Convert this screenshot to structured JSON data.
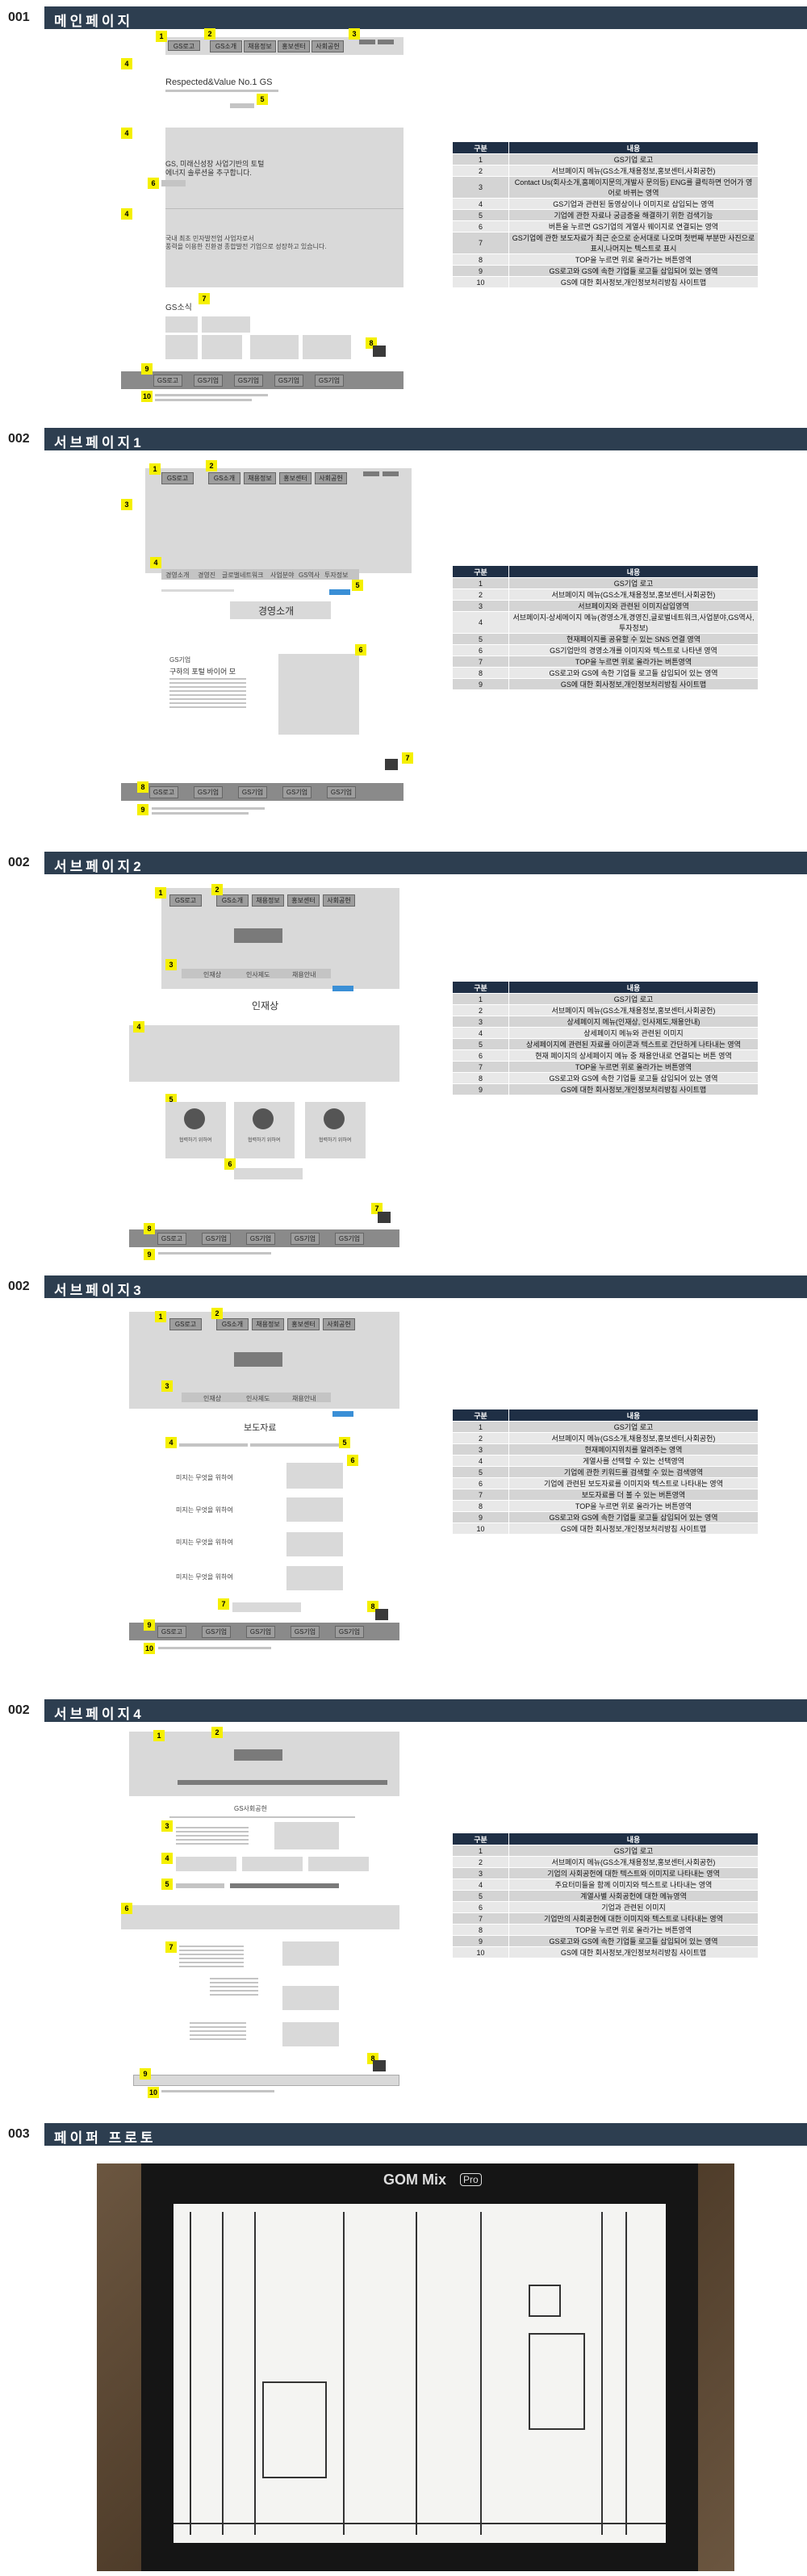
{
  "sections": [
    {
      "num": "001",
      "title": "메인페이지"
    },
    {
      "num": "002",
      "title": "서브페이지1"
    },
    {
      "num": "002",
      "title": "서브페이지2"
    },
    {
      "num": "002",
      "title": "서브페이지3"
    },
    {
      "num": "002",
      "title": "서브페이지4"
    },
    {
      "num": "003",
      "title": "페이퍼 프로토"
    }
  ],
  "table_header": {
    "col1": "구분",
    "col2": "내용"
  },
  "tables": [
    {
      "rows": [
        [
          "1",
          "GS기업 로고"
        ],
        [
          "2",
          "서브페이지 메뉴(GS소개,채용정보,홍보센터,사회공헌)"
        ],
        [
          "3",
          "Contact Us(회사소개,홈페이지문의,개발사 문의등) ENG를 클릭하면 언어가 영어로 바뀌는 영역"
        ],
        [
          "4",
          "GS기업과 관련된 동영상이나 이미지로 삽입되는 영역"
        ],
        [
          "5",
          "기업에 관한 자료나 궁금증을 해결하기 위한 검색기능"
        ],
        [
          "6",
          "버튼을 누르면 GS기업의 게열사 웨이지로 연결되는 영역"
        ],
        [
          "7",
          "GS기업에 관한 보도자료가 최근 순으로 순서대로 나오며 첫번째 부분만 사진으로 표시,나머지는 텍스트로 표시"
        ],
        [
          "8",
          "TOP을 누르면 위로 올라가는 버튼영역"
        ],
        [
          "9",
          "GS로고와 GS에 속한 기업들 로고들 삽입되어 있는 영역"
        ],
        [
          "10",
          "GS에 대한 회사정보,개인정보처리방침 사이트맵"
        ]
      ]
    },
    {
      "rows": [
        [
          "1",
          "GS기업 로고"
        ],
        [
          "2",
          "서브페이지 메뉴(GS소개,채용정보,홍보센터,사회공헌)"
        ],
        [
          "3",
          "서브페이지와 관련된 이미지삽입영역"
        ],
        [
          "4",
          "서브페이지-상세메이지 메뉴(경영소개,경영진,글로벌네트워크,사업분야,GS역사,투자정보)"
        ],
        [
          "5",
          "현재페이지를 공유할 수 있는 SNS 연결 영역"
        ],
        [
          "6",
          "GS기업만의 경영소개를 이미지와 텍스트로 나타낸 영역"
        ],
        [
          "7",
          "TOP을 누르면 위로 올라가는 버튼영역"
        ],
        [
          "8",
          "GS로고와 GS에 속한 기업들 로고들 삽입되어 있는 영역"
        ],
        [
          "9",
          "GS에 대한 회사정보,개인정보처리방침 사이트맵"
        ]
      ]
    },
    {
      "rows": [
        [
          "1",
          "GS기업 로고"
        ],
        [
          "2",
          "서브페이지 메뉴(GS소개,채용정보,홍보센터,사회공헌)"
        ],
        [
          "3",
          "상세페이지 메뉴(인재상, 인사제도,채용안내)"
        ],
        [
          "4",
          "상세페이지 메뉴와 관련된 이미지"
        ],
        [
          "5",
          "상세페이지에 관련된 자료를 아이콘과 텍스트로 간단하게 나타내는 영역"
        ],
        [
          "6",
          "현재 페이지의 상세페이지 메뉴 중 채용안내로 연결되는 버튼 영역"
        ],
        [
          "7",
          "TOP을 누르면 위로 올라가는 버튼영역"
        ],
        [
          "8",
          "GS로고와 GS에 속한 기업들 로고들 삽입되어 있는 영역"
        ],
        [
          "9",
          "GS에 대한 회사정보,개인정보처리방침 사이트맵"
        ]
      ]
    },
    {
      "rows": [
        [
          "1",
          "GS기업 로고"
        ],
        [
          "2",
          "서브페이지 메뉴(GS소개,채용정보,홍보센터,사회공헌)"
        ],
        [
          "3",
          "현재페이지위치를 알려주는 영역"
        ],
        [
          "4",
          "게열사를 선택할 수 있는 선택영역"
        ],
        [
          "5",
          "기업에 관한 키워드를 검색할 수 있는 검색영역"
        ],
        [
          "6",
          "기업에 관련된 보도자료를 이미지와 텍스트로 나타내는 영역"
        ],
        [
          "7",
          "보도자료를 더 볼 수 있는 버튼영역"
        ],
        [
          "8",
          "TOP을 누르면 위로 올라가는 버튼영역"
        ],
        [
          "9",
          "GS로고와 GS에 속한 기업들 로고들 삽입되어 있는 영역"
        ],
        [
          "10",
          "GS에 대한 회사정보,개인정보처리방침 사이트맵"
        ]
      ]
    },
    {
      "rows": [
        [
          "1",
          "GS기업 로고"
        ],
        [
          "2",
          "서브페이지 메뉴(GS소개,채용정보,홍보센터,사회공헌)"
        ],
        [
          "3",
          "기업의 사회공헌에 대한 텍스트와 이미지로 나타내는 영역"
        ],
        [
          "4",
          "주요터미들을 함께 이미지와 텍스트로 나타내는 영역"
        ],
        [
          "5",
          "계열사별 사회공헌에 대한 메뉴영역"
        ],
        [
          "6",
          "기업과 관련된 이미지"
        ],
        [
          "7",
          "기업만의 사회공헌에 대한 이미지와 텍스트로 나타내는 영역"
        ],
        [
          "8",
          "TOP을 누르면 위로 올라가는 버튼영역"
        ],
        [
          "9",
          "GS로고와 GS에 속한 기업들 로고들 삽입되어 있는 영역"
        ],
        [
          "10",
          "GS에 대한 회사정보,개인정보처리방침 사이트맵"
        ]
      ]
    }
  ],
  "wire": {
    "nav_logo": "GS로고",
    "nav_items": [
      "GS소개",
      "채용정보",
      "홍보센터",
      "사회공헌"
    ],
    "main_slogan": "Respected&Value No.1 GS",
    "main_copy1": "GS, 미래신성장 사업기반의 토털",
    "main_copy2": "에너지 솔루션을 추구합니다.",
    "main_copy3": "국내 최초 민자발전업 사업자로서",
    "main_copy4": "풍력을 이용한 친환경 종합발전 기업으로 성장하고 있습니다.",
    "main_news": "GS소식",
    "foot_logos": [
      "GS로고",
      "GS기업",
      "GS기업",
      "GS기업",
      "GS기업"
    ],
    "sub1_menu": [
      "경영소개",
      "경영진",
      "글로벌네트워크",
      "사업분야",
      "GS역사",
      "투자정보"
    ],
    "sub1_title": "경영소개",
    "sub1_sub": "GS기업",
    "sub1_heading": "구하의 포털 바이어 모",
    "sub2_menu": [
      "인재상",
      "인사제도",
      "채용안내"
    ],
    "sub2_title": "인재상",
    "sub2_icon_text": "협력하기 위하여",
    "sub3_menu": [
      "인재상",
      "인사제도",
      "채용안내"
    ],
    "sub3_title": "보도자료",
    "sub3_item": "미지는 무엇을 위하여",
    "sub4_title": "GS사회공헌",
    "proto_brand": "GOM Mix",
    "proto_brand_badge": "Pro"
  }
}
